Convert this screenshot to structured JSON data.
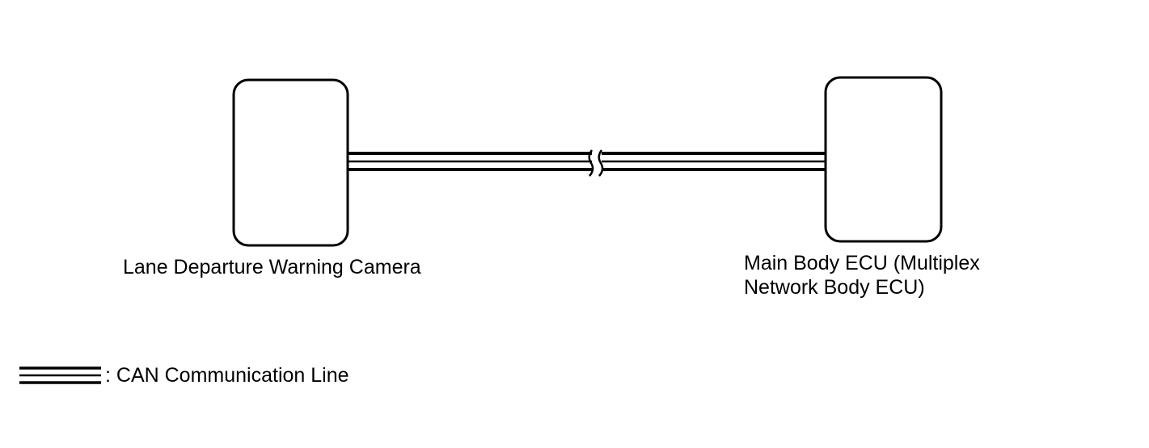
{
  "components": {
    "camera": {
      "label": "Lane Departure Warning Camera"
    },
    "ecu": {
      "label_line1": "Main Body ECU (Multiplex",
      "label_line2": "Network Body ECU)"
    }
  },
  "legend": {
    "text": ": CAN Communication Line"
  },
  "colors": {
    "line": "#000000",
    "background": "#ffffff"
  }
}
